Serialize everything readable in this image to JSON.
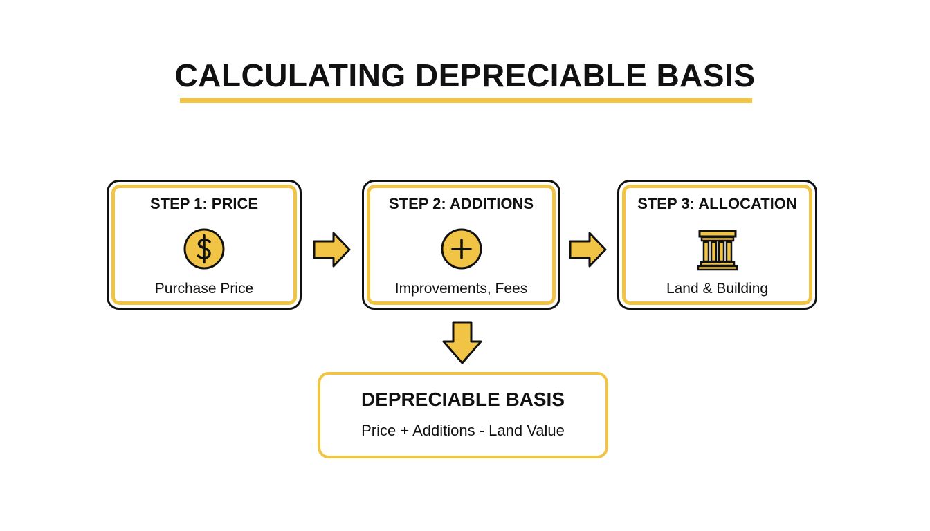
{
  "title": "CALCULATING DEPRECIABLE BASIS",
  "colors": {
    "accent": "#F2C445",
    "outline": "#111111",
    "background": "#ffffff"
  },
  "steps": [
    {
      "title": "STEP 1: PRICE",
      "icon": "dollar-coin-icon",
      "description": "Purchase Price"
    },
    {
      "title": "STEP 2: ADDITIONS",
      "icon": "plus-circle-icon",
      "description": "Improvements, Fees"
    },
    {
      "title": "STEP 3: ALLOCATION",
      "icon": "building-columns-icon",
      "description": "Land & Building"
    }
  ],
  "connectors": [
    {
      "from": "step-1",
      "to": "step-2",
      "icon": "arrow-right-icon"
    },
    {
      "from": "step-2",
      "to": "step-3",
      "icon": "arrow-right-icon"
    },
    {
      "from": "step-2",
      "to": "result",
      "icon": "arrow-down-icon"
    }
  ],
  "result": {
    "title": "DEPRECIABLE BASIS",
    "formula": "Price + Additions - Land Value"
  }
}
